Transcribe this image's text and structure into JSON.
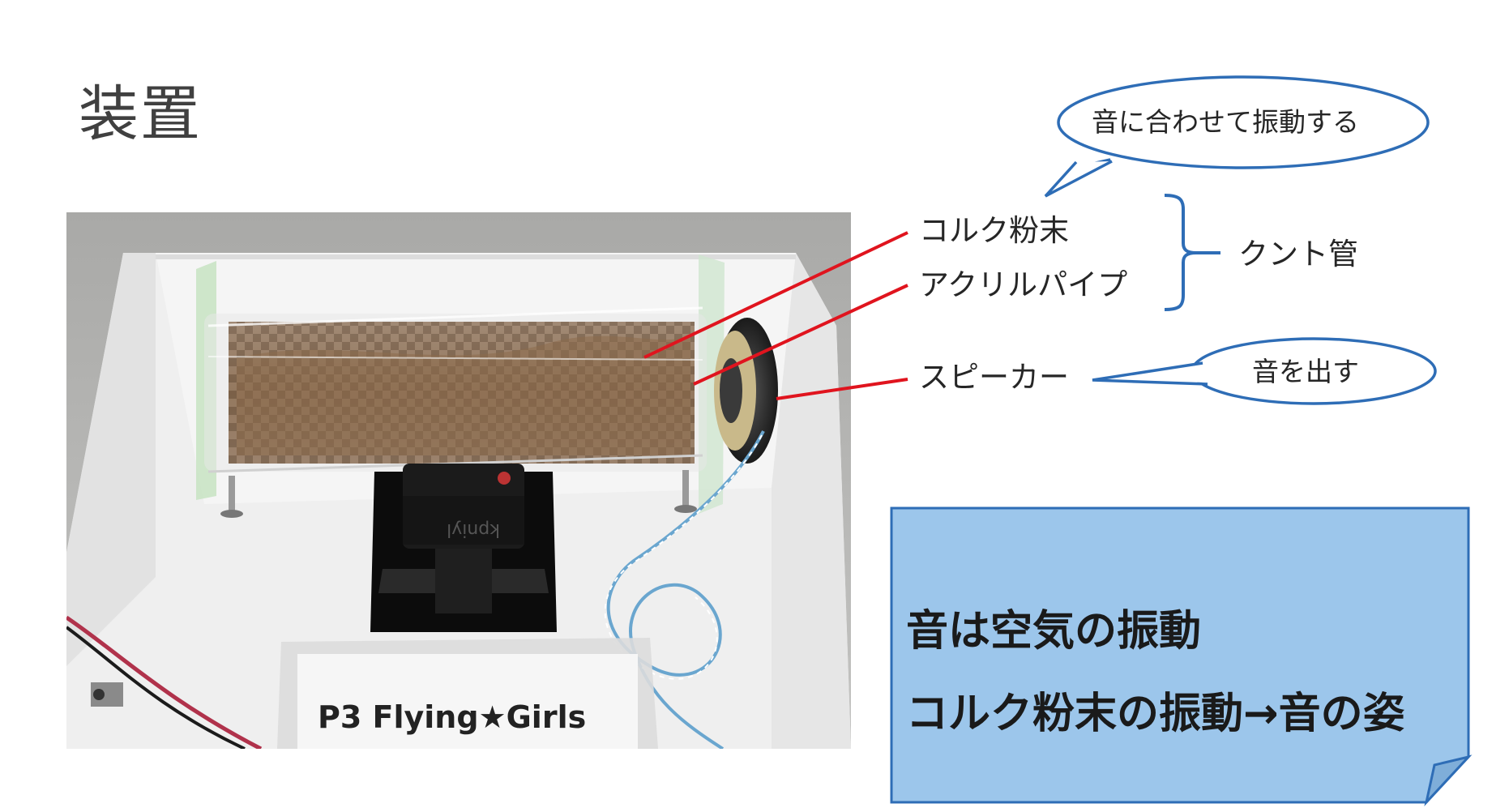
{
  "slide": {
    "title": "装置"
  },
  "labels": {
    "cork_powder": "コルク粉末",
    "acrylic_pipe": "アクリルパイプ",
    "speaker": "スピーカー",
    "kundt_tube": "クント管"
  },
  "callouts": {
    "vibrate": "音に合わせて振動する",
    "sound_out": "音を出す"
  },
  "photo": {
    "sign_text": "P3 Flying★Girls"
  },
  "note": {
    "line1": "音は空気の振動",
    "line2": "コルク粉末の振動→音の姿"
  },
  "colors": {
    "leader_line": "#e0141e",
    "bracket_and_callout": "#2e6db6",
    "note_fill": "#9cc6eb",
    "note_border": "#2e6db6"
  }
}
